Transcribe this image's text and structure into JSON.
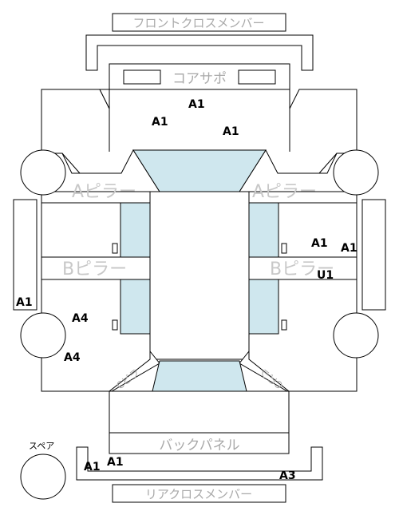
{
  "labels": {
    "front_cross_member": "フロントクロスメンバー",
    "core_support": "コアサポ",
    "a_pillar_left": "Aピラー",
    "a_pillar_right": "Aピラー",
    "b_pillar_left": "Bピラー",
    "b_pillar_right": "Bピラー",
    "back_panel": "バックパネル",
    "rear_cross_member": "リアクロスメンバー",
    "spare": "スペア",
    "quarter_left": "Cピラ",
    "quarter_right": "Cピラ"
  },
  "damage_codes": {
    "core_1": "A1",
    "core_2": "A1",
    "core_3": "A1",
    "right_a_1": "A1",
    "right_a_2": "A1",
    "right_u": "U1",
    "left_rocker": "A1",
    "left_rear_1": "A4",
    "left_rear_2": "A4",
    "rear_1": "A1",
    "rear_2": "A1",
    "rear_3": "A3"
  },
  "colors": {
    "glass": "#cfe7ee",
    "label_gray": "#a9a9a9",
    "outline": "#000000"
  }
}
